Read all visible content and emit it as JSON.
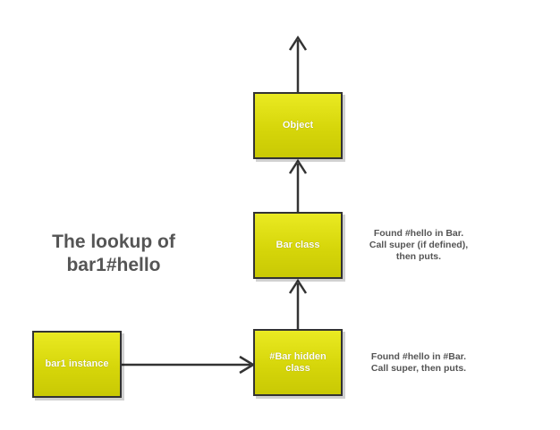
{
  "diagram": {
    "title_lines": [
      "The lookup of",
      "bar1#hello"
    ],
    "nodes": {
      "object": "Object",
      "bar_class": "Bar class",
      "bar_hidden_class": "#Bar hidden class",
      "bar1_instance": "bar1 instance"
    },
    "notes": {
      "bar_class": [
        "Found #hello in Bar.",
        "Call super (if defined),",
        "then puts."
      ],
      "bar_hidden_class": [
        "Found #hello in #Bar.",
        "Call super, then puts."
      ]
    },
    "edges": [
      {
        "from": "bar1_instance",
        "to": "bar_hidden_class"
      },
      {
        "from": "bar_hidden_class",
        "to": "bar_class"
      },
      {
        "from": "bar_class",
        "to": "object"
      },
      {
        "from": "object",
        "to": "up"
      }
    ]
  },
  "colors": {
    "box_fill": "#d6d60a",
    "box_border": "#333333",
    "arrow": "#333333",
    "text": "#555555"
  }
}
